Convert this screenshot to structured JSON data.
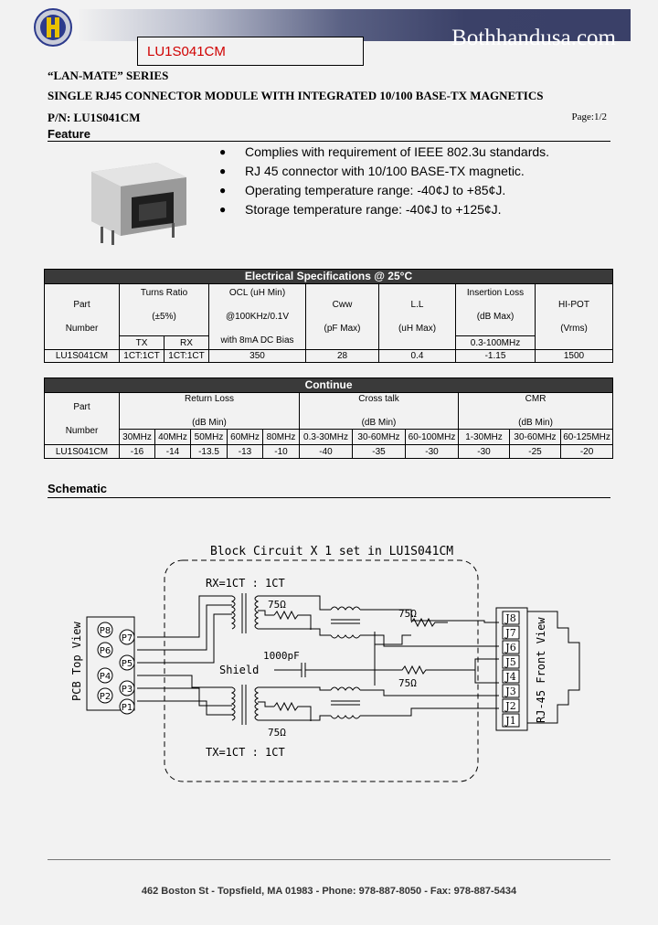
{
  "header": {
    "brand": "Bothhandusa.com",
    "part_box": "LU1S041CM",
    "colors": {
      "part_box_text": "#d00000",
      "bar_dark": "#3a4068"
    }
  },
  "title": {
    "series": "“LAN-MATE” SERIES",
    "subtitle": "SINGLE RJ45 CONNECTOR MODULE WITH INTEGRATED 10/100 BASE-TX MAGNETICS",
    "part_number": "P/N: LU1S041CM",
    "page": "Page:1/2"
  },
  "feature": {
    "heading": "Feature",
    "items": [
      "Complies with requirement of IEEE 802.3u standards.",
      "RJ 45 connector with 10/100 BASE-TX magnetic.",
      "Operating temperature range: -40¢J to +85¢J.",
      "Storage temperature range: -40¢J to +125¢J."
    ]
  },
  "electrical": {
    "title": "Electrical Specifications @ 25°C",
    "h_part": "Part",
    "h_number": "Number",
    "h_turns": "Turns Ratio",
    "h_turns_tol": "(±5%)",
    "h_tx": "TX",
    "h_rx": "RX",
    "h_ocl": "OCL (uH Min)",
    "h_ocl2": "@100KHz/0.1V",
    "h_ocl3": "with 8mA DC Bias",
    "h_cww": "Cww",
    "h_cww2": "(pF Max)",
    "h_ll": "L.L",
    "h_ll2": "(uH Max)",
    "h_il": "Insertion Loss",
    "h_il2": "(dB Max)",
    "h_il3": "0.3-100MHz",
    "h_hipot": "HI-POT",
    "h_hipot2": "(Vrms)",
    "row": {
      "part": "LU1S041CM",
      "tx": "1CT:1CT",
      "rx": "1CT:1CT",
      "ocl": "350",
      "cww": "28",
      "ll": "0.4",
      "il": "-1.15",
      "hipot": "1500"
    }
  },
  "continue": {
    "title": "Continue",
    "h_part": "Part",
    "h_number": "Number",
    "h_rl": "Return Loss",
    "h_ct": "Cross talk",
    "h_cmr": "CMR",
    "h_dbmin": "(dB Min)",
    "rl_freqs": [
      "30MHz",
      "40MHz",
      "50MHz",
      "60MHz",
      "80MHz"
    ],
    "ct_freqs": [
      "0.3-30MHz",
      "30-60MHz",
      "60-100MHz"
    ],
    "cmr_freqs": [
      "1-30MHz",
      "30-60MHz",
      "60-125MHz"
    ],
    "part": "LU1S041CM",
    "rl_values": [
      "-16",
      "-14",
      "-13.5",
      "-13",
      "-10"
    ],
    "ct_values": [
      "-40",
      "-35",
      "-30"
    ],
    "cmr_values": [
      "-30",
      "-25",
      "-20"
    ]
  },
  "schematic": {
    "heading": "Schematic",
    "title": "Block Circuit X 1 set in LU1S041CM",
    "rx_label": "RX=1CT : 1CT",
    "tx_label": "TX=1CT : 1CT",
    "shield": "Shield",
    "cap": "1000pF",
    "r75": "75Ω",
    "pcb_label": "PCB Top View",
    "rj_label": "RJ-45 Front View",
    "pins": [
      "P8",
      "P7",
      "P6",
      "P5",
      "P4",
      "P3",
      "P2",
      "P1"
    ],
    "jacks": [
      "J8",
      "J7",
      "J6",
      "J5",
      "J4",
      "J3",
      "J2",
      "J1"
    ]
  },
  "footer": "462 Boston St - Topsfield, MA 01983 - Phone: 978-887-8050 - Fax: 978-887-5434"
}
